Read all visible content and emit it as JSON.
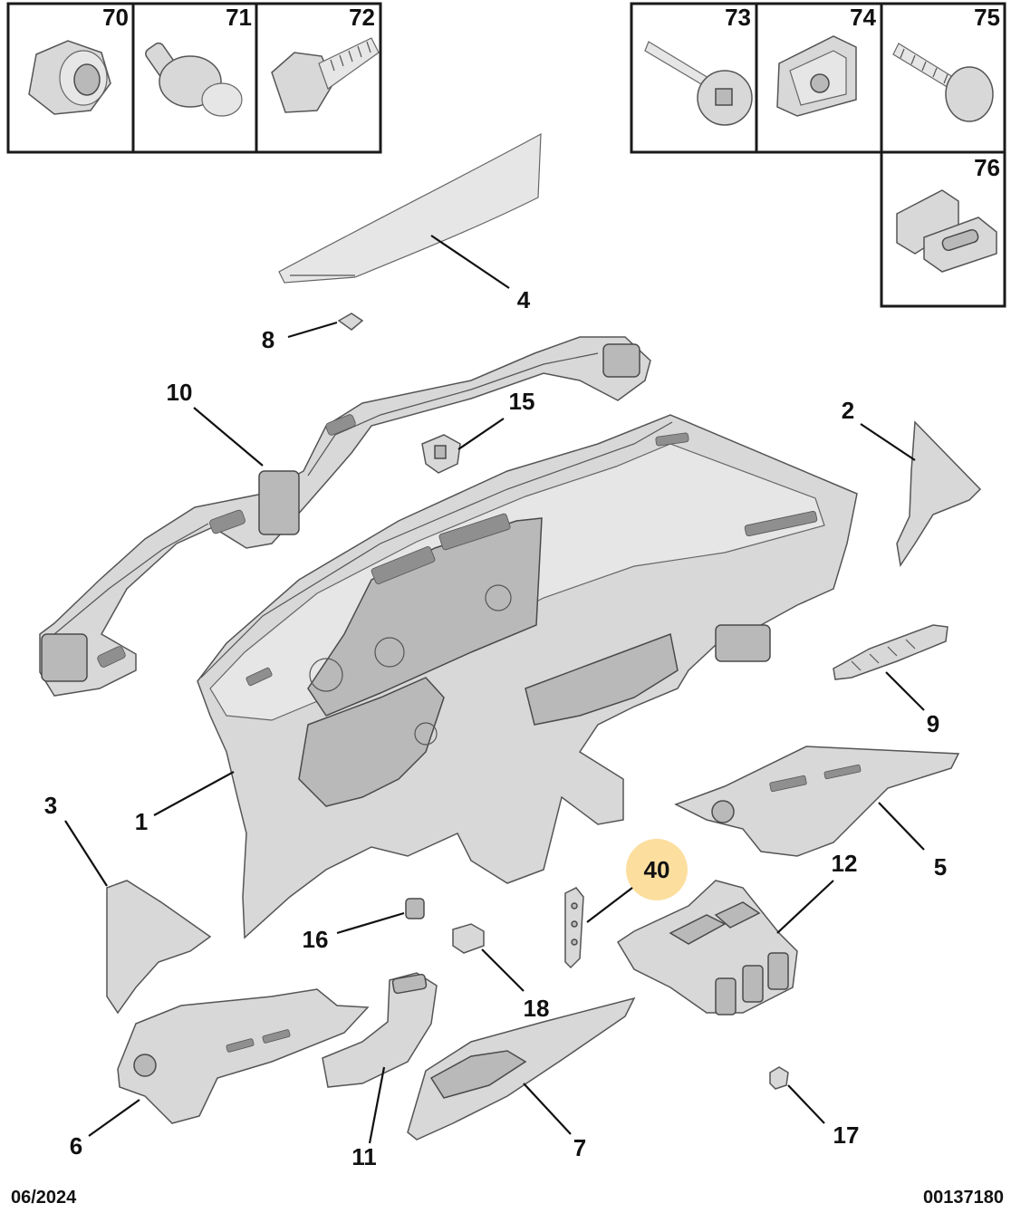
{
  "fastener_boxes": {
    "b70": "70",
    "b71": "71",
    "b72": "72",
    "b73": "73",
    "b74": "74",
    "b75": "75",
    "b76": "76"
  },
  "callouts": {
    "c1": "1",
    "c2": "2",
    "c3": "3",
    "c4": "4",
    "c5": "5",
    "c6": "6",
    "c7": "7",
    "c8": "8",
    "c9": "9",
    "c10": "10",
    "c11": "11",
    "c12": "12",
    "c15": "15",
    "c16": "16",
    "c17": "17",
    "c18": "18",
    "c40": "40"
  },
  "highlighted_callout": "40",
  "highlight_color": "#fbd98e",
  "footer": {
    "date": "06/2024",
    "reference": "00137180"
  }
}
